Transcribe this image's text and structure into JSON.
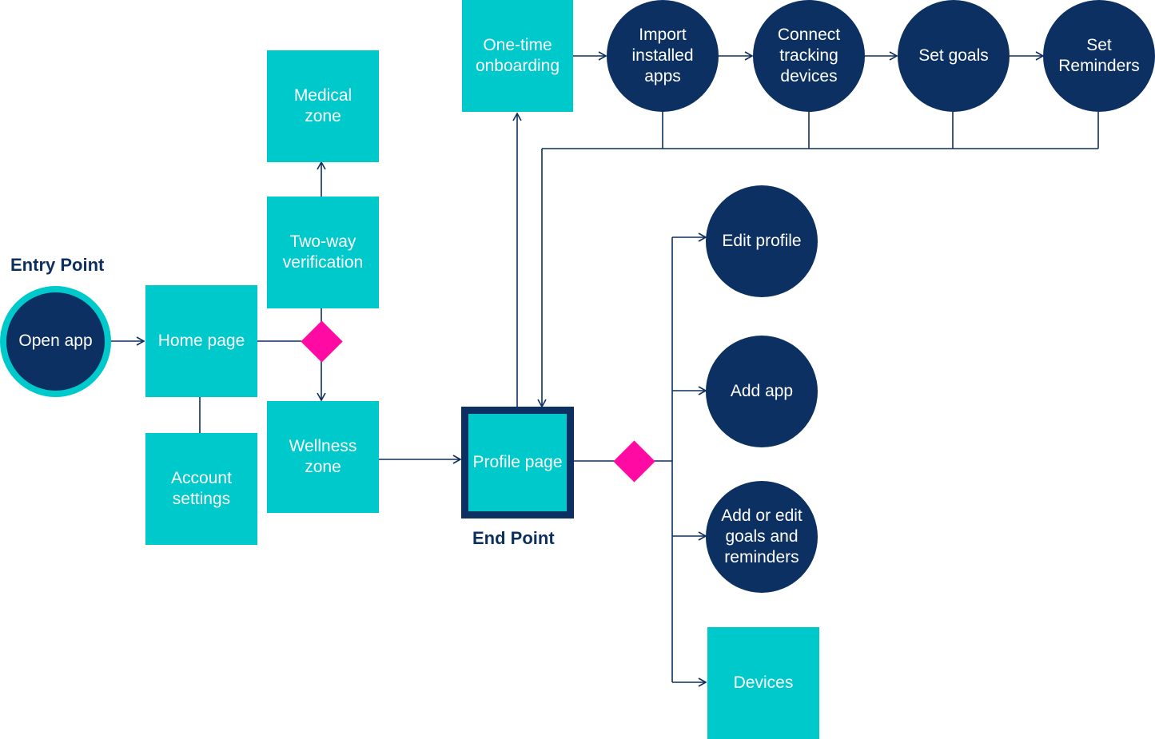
{
  "labels": {
    "entry_point": "Entry Point",
    "end_point": "End Point"
  },
  "nodes": {
    "open_app": "Open app",
    "home_page": "Home page",
    "account_settings": "Account\nsettings",
    "two_way_verification": "Two-way\nverification",
    "medical_zone": "Medical\nzone",
    "wellness_zone": "Wellness\nzone",
    "profile_page": "Profile page",
    "one_time_onboarding": "One-time\nonboarding",
    "import_installed_apps": "Import\ninstalled\napps",
    "connect_tracking_devices": "Connect\ntracking\ndevices",
    "set_goals": "Set goals",
    "set_reminders": "Set\nReminders",
    "edit_profile": "Edit profile",
    "add_app": "Add app",
    "add_or_edit_goals": "Add or edit\ngoals and\nreminders",
    "devices": "Devices"
  },
  "colors": {
    "teal": "#00c9cc",
    "navy": "#0c3061",
    "decision": "#ff0aa2",
    "line": "#0d2f5e"
  }
}
